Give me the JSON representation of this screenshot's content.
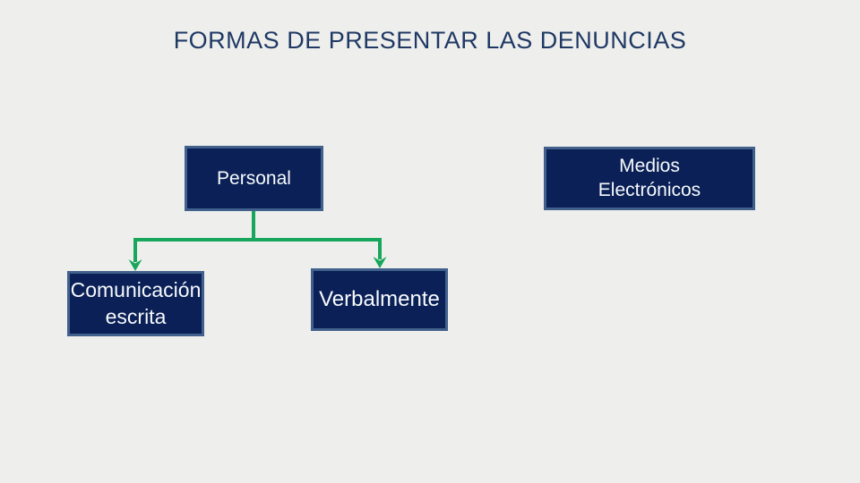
{
  "slide": {
    "title": "FORMAS DE PRESENTAR LAS DENUNCIAS"
  },
  "colors": {
    "background": "#eeefec",
    "title_text": "#1f3864",
    "node_fill": "#0a2056",
    "node_border": "#41618c",
    "node_text": "#f7fafd",
    "connector_green": "#17a65b"
  },
  "diagram": {
    "nodes": [
      {
        "id": "personal",
        "label": "Personal"
      },
      {
        "id": "medios-electronicos",
        "label": "Medios\nElectrónicos"
      },
      {
        "id": "comunicacion-escrita",
        "label": "Comunicación\nescrita"
      },
      {
        "id": "verbalmente",
        "label": "Verbalmente"
      }
    ],
    "edges": [
      {
        "from": "personal",
        "to": "comunicacion-escrita"
      },
      {
        "from": "personal",
        "to": "verbalmente"
      }
    ]
  }
}
